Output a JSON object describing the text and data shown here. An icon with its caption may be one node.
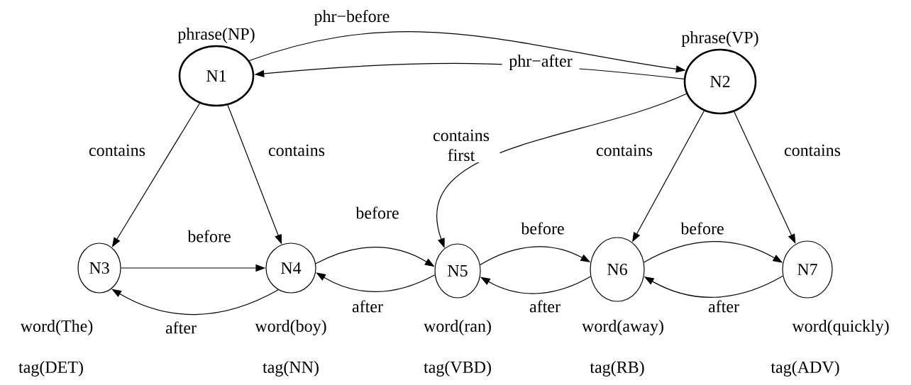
{
  "diagram": {
    "nodes": [
      {
        "text": [
          "N1"
        ],
        "beside": [
          "phrase(NP)"
        ]
      },
      {
        "text": [
          "N2"
        ],
        "beside": [
          "phrase(VP)"
        ]
      },
      {
        "text": [
          "N3"
        ],
        "beside": [
          "word(The)",
          "tag(DET)"
        ]
      },
      {
        "text": [
          "N4"
        ],
        "beside": [
          "word(boy)",
          "tag(NN)"
        ]
      },
      {
        "text": [
          "N5"
        ],
        "beside": [
          "word(ran)",
          "tag(VBD)"
        ]
      },
      {
        "text": [
          "N6"
        ],
        "beside": [
          "word(away)",
          "tag(RB)"
        ]
      },
      {
        "text": [
          "N7"
        ],
        "beside": [
          "word(quickly)",
          "tag(ADV)"
        ]
      }
    ],
    "edges": [
      {
        "from": 0,
        "to": 1,
        "arrow": "to",
        "label": "phr−before"
      },
      {
        "from": 1,
        "to": 0,
        "arrow": "to",
        "label": "phr−after"
      },
      {
        "from": 0,
        "to": 2,
        "arrow": "to",
        "label": "contains"
      },
      {
        "from": 0,
        "to": 3,
        "arrow": "to",
        "label": "contains"
      },
      {
        "from": 1,
        "to": 4,
        "arrow": "to",
        "label": "contains first"
      },
      {
        "from": 1,
        "to": 5,
        "arrow": "to",
        "label": "contains"
      },
      {
        "from": 1,
        "to": 6,
        "arrow": "to",
        "label": "contains"
      },
      {
        "from": 2,
        "to": 3,
        "arrow": "to",
        "label": "before"
      },
      {
        "from": 3,
        "to": 2,
        "arrow": "to",
        "label": "after"
      },
      {
        "from": 3,
        "to": 4,
        "arrow": "to",
        "label": "before"
      },
      {
        "from": 4,
        "to": 3,
        "arrow": "to",
        "label": "after"
      },
      {
        "from": 4,
        "to": 5,
        "arrow": "to",
        "label": "before"
      },
      {
        "from": 5,
        "to": 4,
        "arrow": "to",
        "label": "after"
      },
      {
        "from": 5,
        "to": 6,
        "arrow": "to",
        "label": "before"
      },
      {
        "from": 6,
        "to": 5,
        "arrow": "to",
        "label": "after"
      }
    ]
  }
}
